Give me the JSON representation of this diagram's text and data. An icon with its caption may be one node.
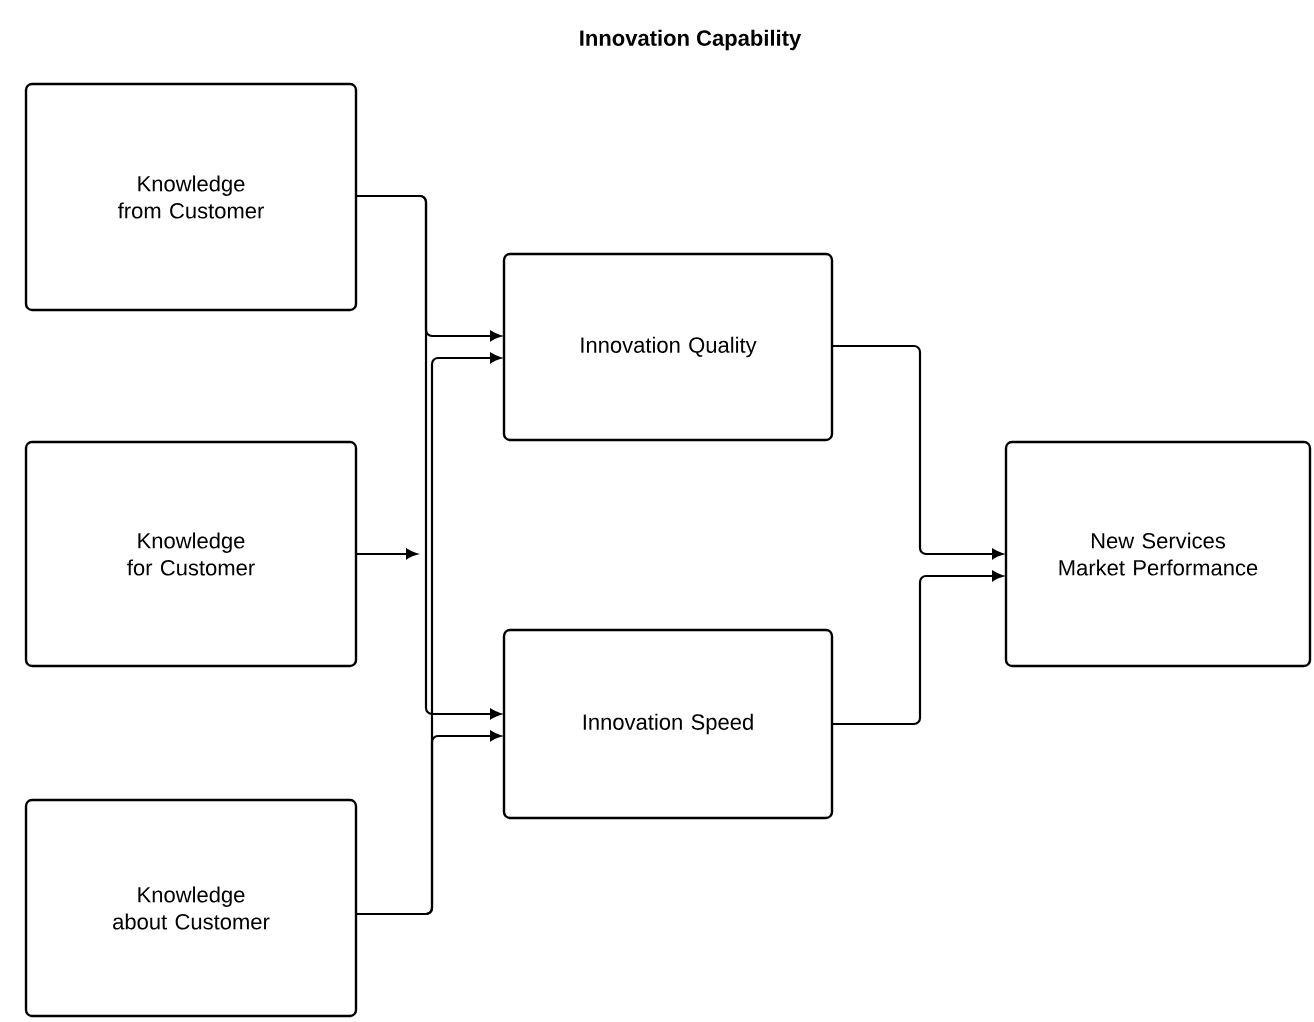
{
  "diagram": {
    "title": "Innovation Capability",
    "nodes": [
      {
        "text": [
          "Knowledge from Customer"
        ]
      },
      {
        "text": [
          "Knowledge for Customer"
        ]
      },
      {
        "text": [
          "Knowledge about Customer"
        ]
      },
      {
        "text": [
          "Innovation Quality"
        ]
      },
      {
        "text": [
          "Innovation Speed"
        ]
      },
      {
        "text": [
          "New Services Market Performance"
        ]
      }
    ],
    "edges": [
      {
        "from": 0,
        "to": 3,
        "arrow": "to"
      },
      {
        "from": 0,
        "to": 4,
        "arrow": "to"
      },
      {
        "from": 1,
        "to": null,
        "arrow": "to"
      },
      {
        "from": 2,
        "to": 3,
        "arrow": "to"
      },
      {
        "from": 2,
        "to": 4,
        "arrow": "to"
      },
      {
        "from": 3,
        "to": 5,
        "arrow": "to"
      },
      {
        "from": 4,
        "to": 5,
        "arrow": "to"
      }
    ]
  }
}
